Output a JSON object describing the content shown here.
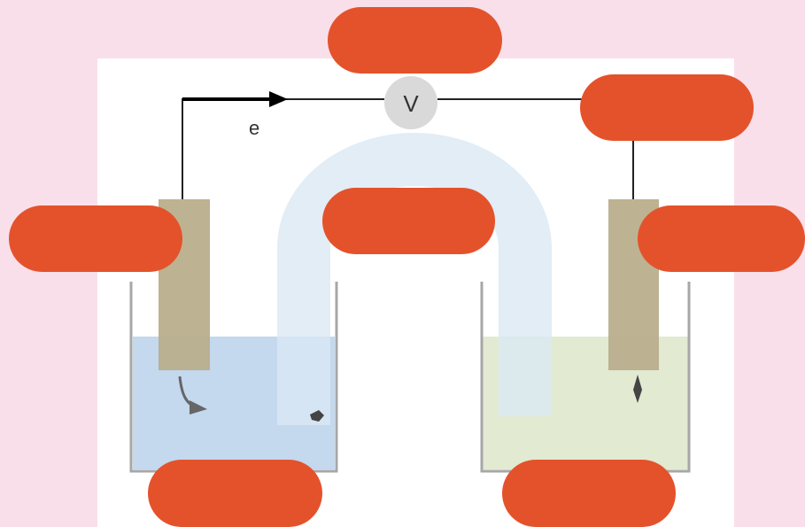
{
  "diagram": {
    "voltmeter_symbol": "V",
    "electron_label": "e"
  },
  "label_boxes": [
    {
      "id": "top",
      "text": ""
    },
    {
      "id": "top-right",
      "text": ""
    },
    {
      "id": "salt-bridge",
      "text": ""
    },
    {
      "id": "left-electrode",
      "text": ""
    },
    {
      "id": "right-electrode",
      "text": ""
    },
    {
      "id": "left-solution",
      "text": ""
    },
    {
      "id": "right-solution",
      "text": ""
    }
  ],
  "colors": {
    "background": "#f9dfea",
    "panel": "#ffffff",
    "label_fill": "#e4522b",
    "electrode": "#b9ae8c",
    "left_solution": "#c4d8ee",
    "right_solution": "#e2ead2",
    "salt_bridge": "#e6eff8",
    "voltmeter": "#d9d9d9"
  }
}
